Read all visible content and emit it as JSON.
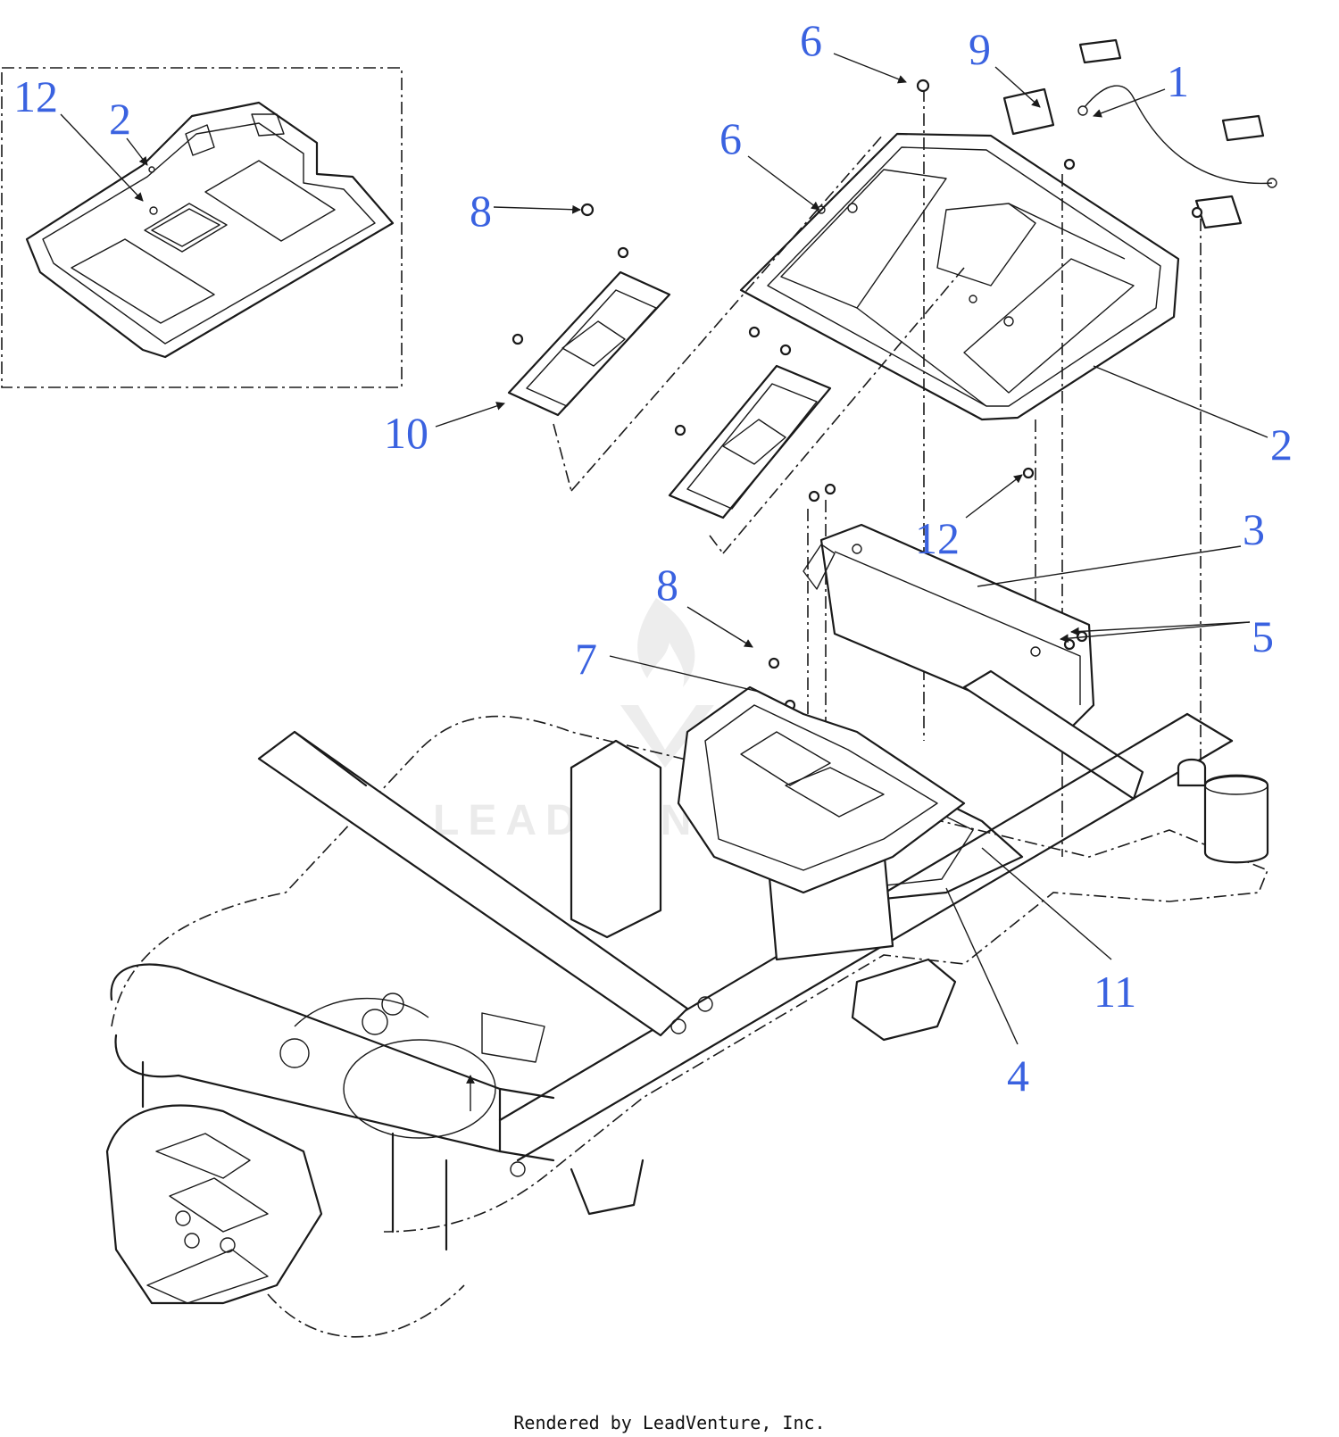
{
  "callouts": {
    "c1": "1",
    "c2": "2",
    "c2_inset": "2",
    "c3": "3",
    "c4": "4",
    "c5": "5",
    "c6_top": "6",
    "c6": "6",
    "c7": "7",
    "c8_top": "8",
    "c8": "8",
    "c9": "9",
    "c10": "10",
    "c11": "11",
    "c12": "12",
    "c12_inset": "12"
  },
  "watermark": "LEADVENTURE",
  "caption": "Rendered by LeadVenture, Inc.",
  "colors": {
    "callout": "#3a62e0",
    "line": "#1a1a1a",
    "watermark": "#ebebeb"
  }
}
